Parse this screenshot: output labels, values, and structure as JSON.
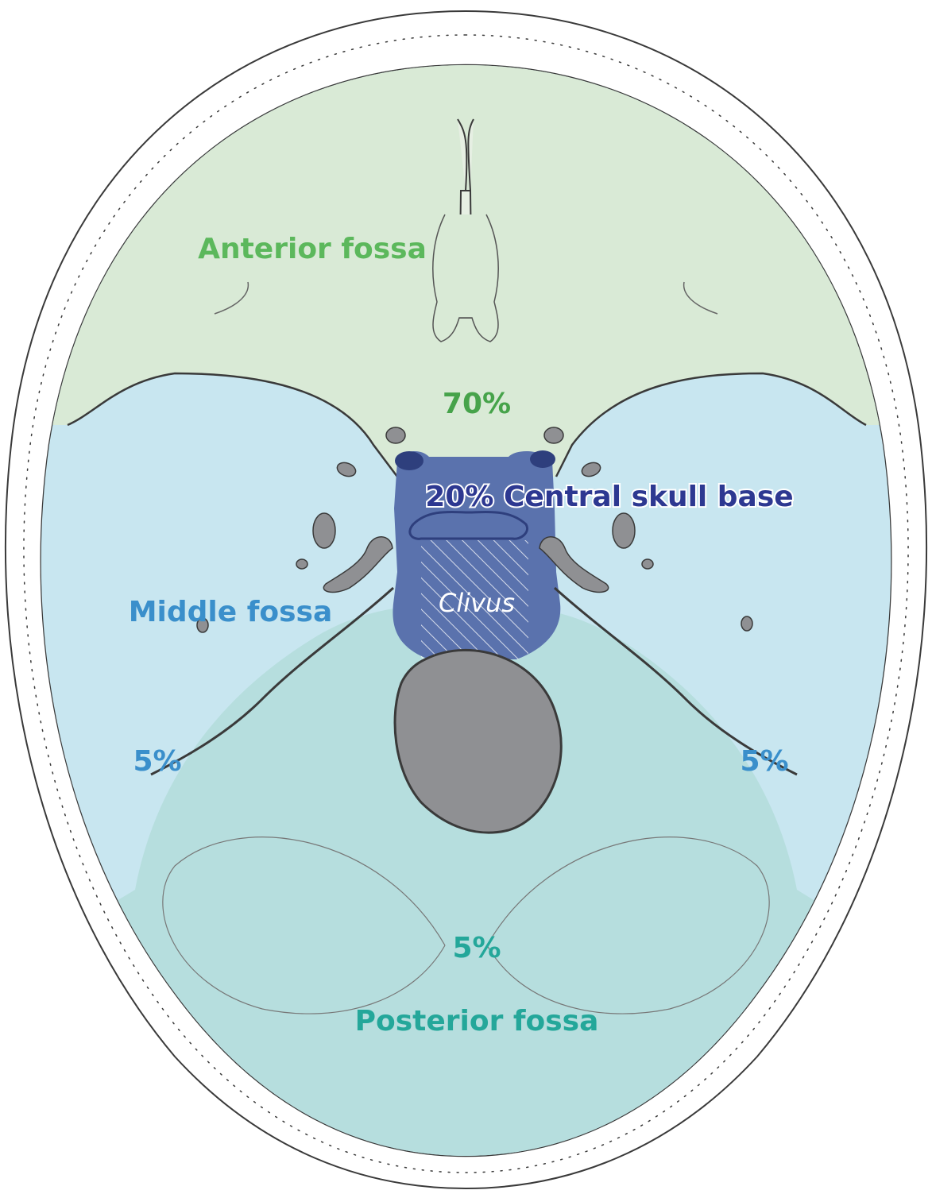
{
  "colors": {
    "anterior": "#d9ead6",
    "middle": "#c8e6f0",
    "posterior": "#b6dede",
    "central": "#5a72ad",
    "central_dark": "#2e3f7d",
    "foramen": "#8f9093",
    "outline": "#3a3a3a",
    "anterior_text": "#5cb85c",
    "anterior_pct_text": "#46a34a",
    "middle_text": "#3a8fcb",
    "posterior_text": "#24a79a",
    "central_text": "#2d3891",
    "clivus_text": "#ffffff"
  },
  "labels": {
    "anterior_fossa": "Anterior fossa",
    "anterior_pct": "70%",
    "central_skull_base": "20% Central skull base",
    "clivus": "Clivus",
    "middle_fossa": "Middle fossa",
    "middle_pct_left": "5%",
    "middle_pct_right": "5%",
    "posterior_pct": "5%",
    "posterior_fossa": "Posterior fossa"
  }
}
